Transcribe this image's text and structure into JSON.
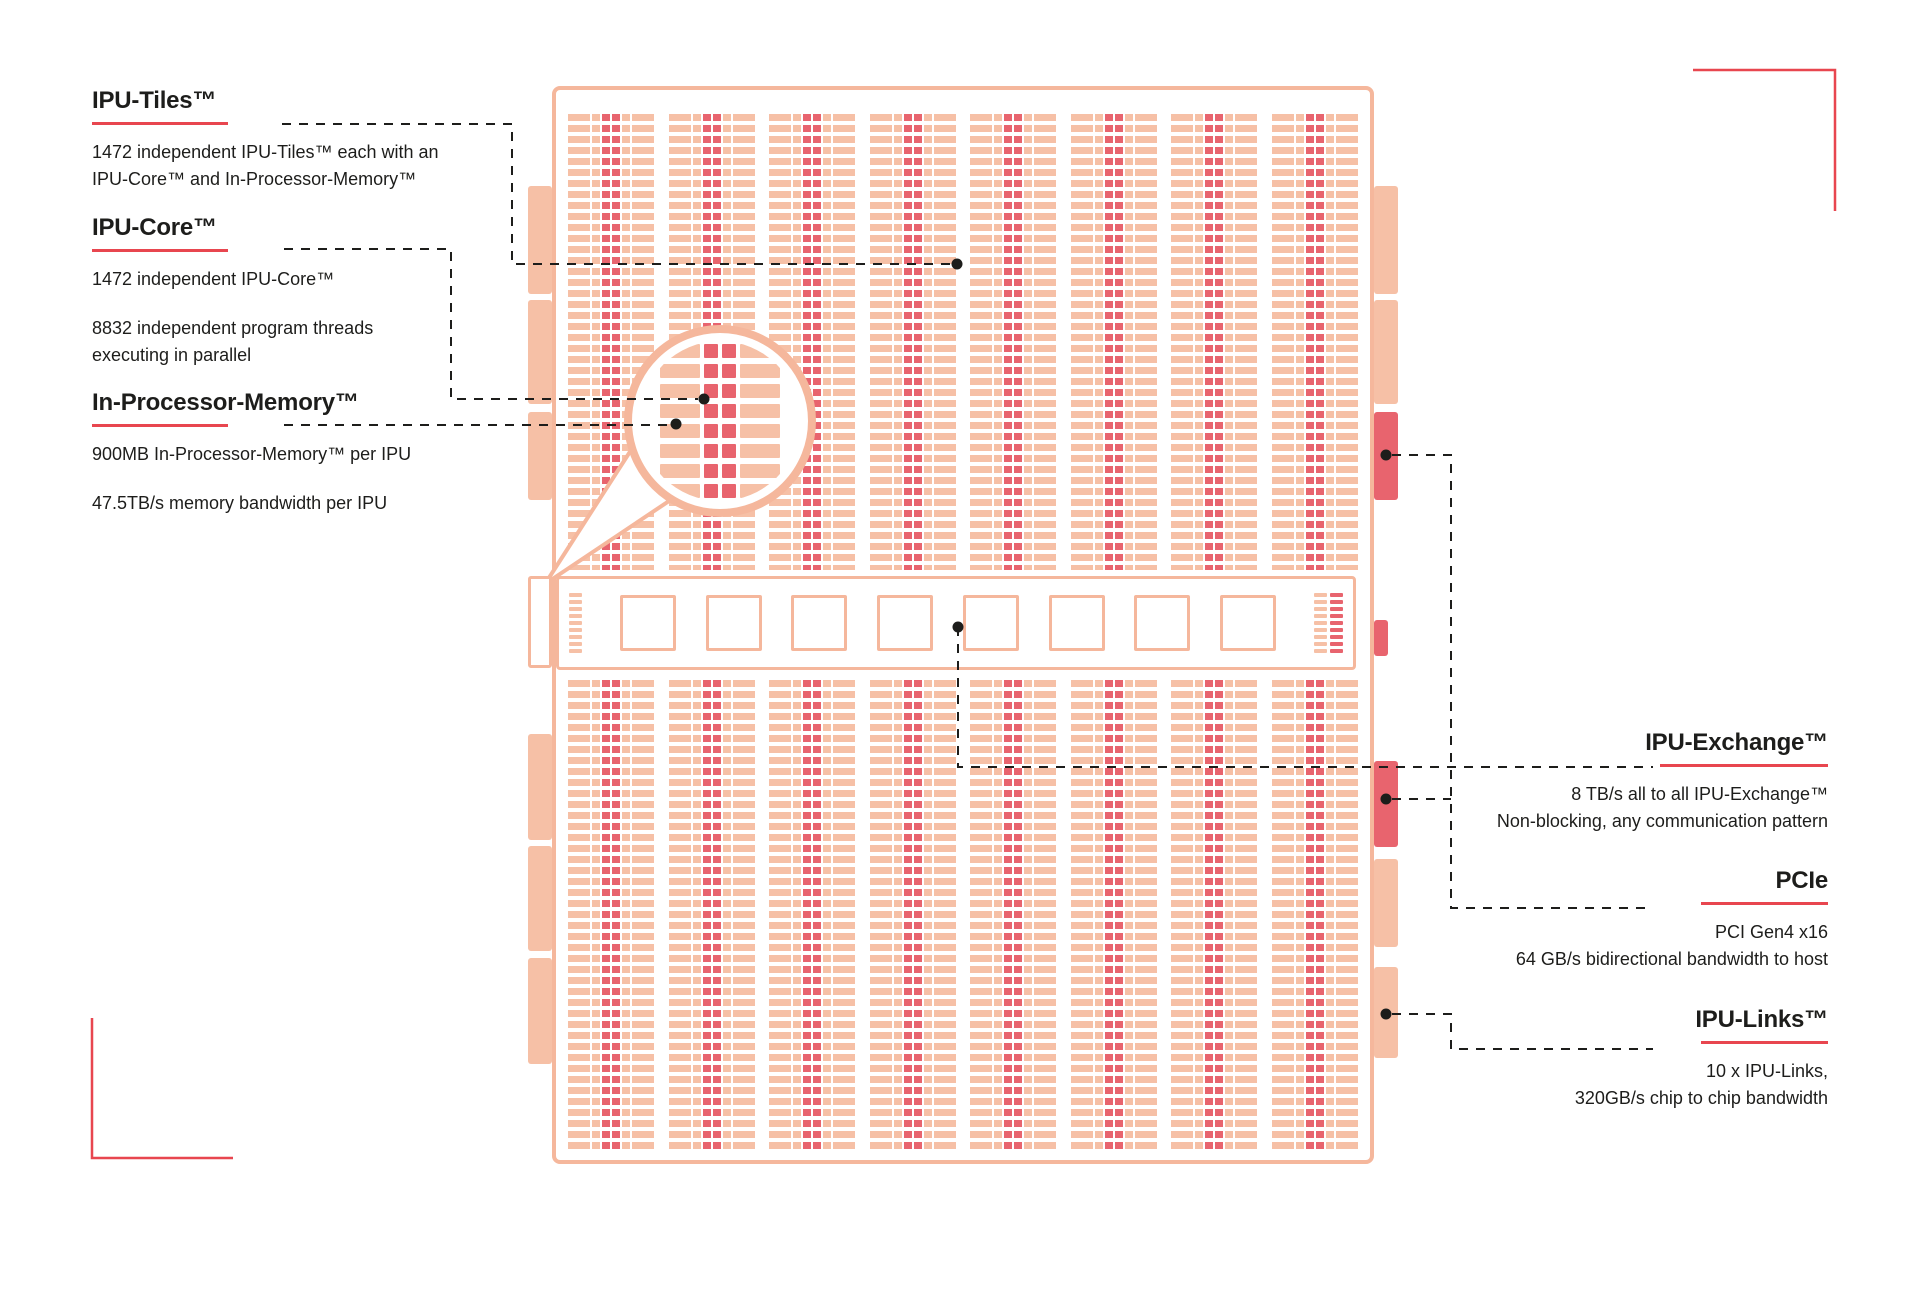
{
  "colors": {
    "tile_light": "#f6c0a6",
    "outline_salmon": "#f5b79c",
    "tile_dark": "#e8646e",
    "accent_red": "#e8464f",
    "ink": "#1d1d1b"
  },
  "chip": {
    "tile_column_groups": 8,
    "exchange_squares": 8
  },
  "annotations": {
    "left": [
      {
        "heading": "IPU-Tiles™",
        "lines": [
          "1472 independent IPU-Tiles™ each with an",
          "IPU-Core™ and In-Processor-Memory™"
        ]
      },
      {
        "heading": "IPU-Core™",
        "lines": [
          "1472 independent IPU-Core™",
          "8832 independent program threads",
          "executing in parallel"
        ]
      },
      {
        "heading": "In-Processor-Memory™",
        "lines": [
          "900MB In-Processor-Memory™ per IPU",
          "47.5TB/s memory bandwidth per IPU"
        ]
      }
    ],
    "right": [
      {
        "heading": "IPU-Exchange™",
        "lines": [
          "8 TB/s all to all IPU-Exchange™",
          "Non-blocking, any communication pattern"
        ]
      },
      {
        "heading": "PCIe",
        "lines": [
          "PCI Gen4 x16",
          "64 GB/s bidirectional bandwidth to host"
        ]
      },
      {
        "heading": "IPU-Links™",
        "lines": [
          "10 x IPU-Links,",
          "320GB/s chip to chip bandwidth"
        ]
      }
    ]
  }
}
